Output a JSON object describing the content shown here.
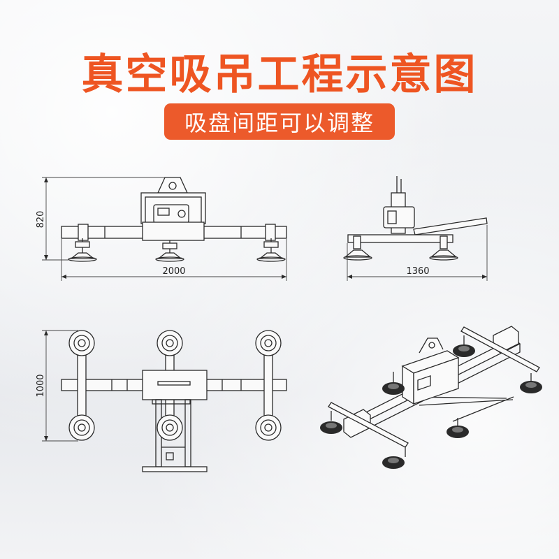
{
  "title": "真空吸吊工程示意图",
  "subtitle": "吸盘间距可以调整",
  "dimensions": {
    "front_height": "820",
    "front_width": "2000",
    "side_width": "1360",
    "top_depth": "1000"
  }
}
